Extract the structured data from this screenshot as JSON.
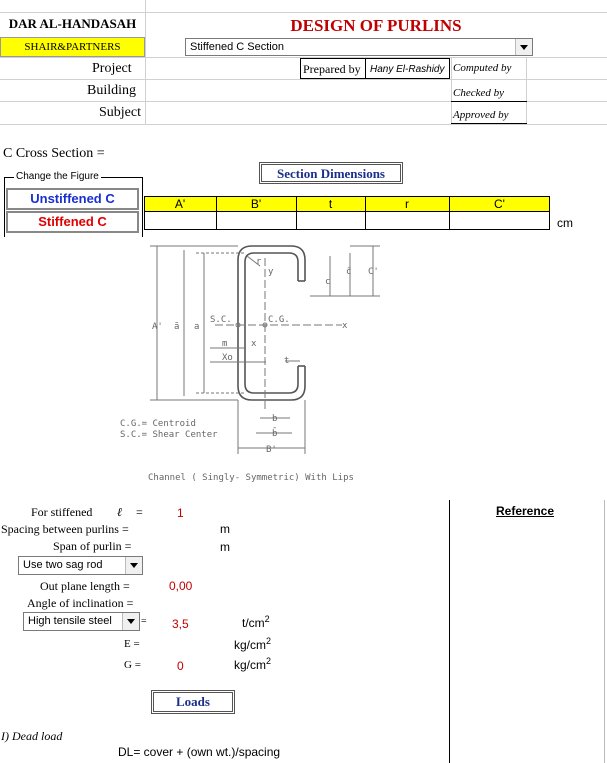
{
  "header": {
    "company": "DAR AL-HANDASAH",
    "partner": "SHAIR&PARTNERS",
    "title": "DESIGN OF PURLINS",
    "section_select": "Stiffened C Section",
    "prepared_by_label": "Prepared by",
    "prepared_by_value": "Hany El-Rashidy",
    "computed_by": "Computed by",
    "checked_by": "Checked by",
    "approved_by": "Approved by",
    "project": "Project",
    "building": "Building",
    "subject": "Subject"
  },
  "section": {
    "heading": "C Cross Section  =",
    "change_figure": "Change the Figure",
    "unstiffened_btn": "Unstiffened  C",
    "stiffened_btn": "Stiffened C",
    "dims_button": "Section Dimensions",
    "columns": [
      "A'",
      "B'",
      "t",
      "r",
      "C'"
    ],
    "unit": "cm"
  },
  "figure": {
    "cg_note": "C.G.= Centroid",
    "sc_note": "S.C.= Shear Center",
    "caption": "Channel ( Singly- Symmetric) With Lips",
    "labels": {
      "r": "r",
      "y": "y",
      "x": "x",
      "sc": "S.C.",
      "cg": "C.G.",
      "m": "m",
      "xbar": "x",
      "x0": "Xo",
      "t": "t",
      "a_prime": "A'",
      "a_bar": "ā",
      "a": "a",
      "c": "c",
      "c_bar": "c̄",
      "c_prime": "C'",
      "b": "b",
      "b_bar": "b̄",
      "b_prime": "B'"
    }
  },
  "inputs": {
    "stiffened_label": "For stiffened",
    "stiffened_symbol": "ℓ",
    "stiffened_eq": "=",
    "stiffened_value": "1",
    "spacing_label": "Spacing between purlins =",
    "spacing_unit": "m",
    "span_label": "Span of purlin =",
    "span_unit": "m",
    "sag_select": "Use two sag rod",
    "out_plane_label": "Out plane length =",
    "out_plane_value": "0,00",
    "angle_label": "Angle of inclination =",
    "steel_select": "High tensile steel",
    "steel_eq": "=",
    "steel_value": "3,5",
    "steel_unit": "t/cm",
    "e_label": "E =",
    "e_unit": "kg/cm",
    "g_label": "G =",
    "g_value": "0",
    "g_unit": "kg/cm",
    "unit_exp": "2"
  },
  "reference": "Reference",
  "loads": {
    "button": "Loads",
    "dead_load": "I) Dead load",
    "dl_formula": "DL=  cover + (own wt.)/spacing"
  }
}
